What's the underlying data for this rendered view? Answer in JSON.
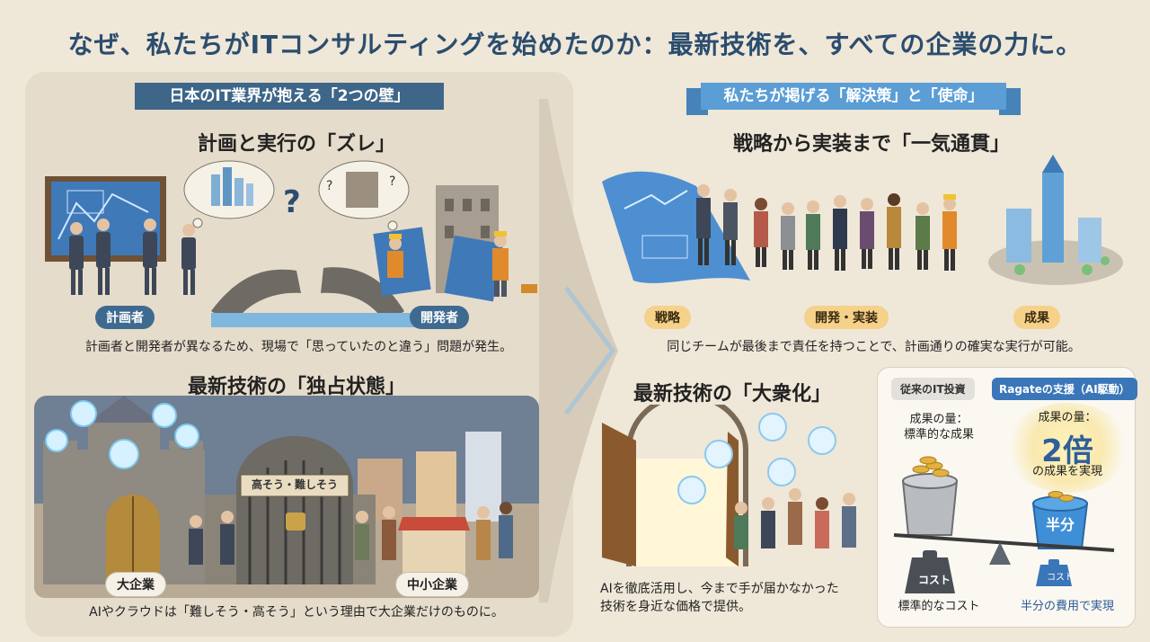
{
  "title": "なぜ、私たちがITコンサルティングを始めたのか：最新技術を、すべての企業の力に。",
  "left": {
    "ribbon": "日本のIT業界が抱える「2つの壁」",
    "gap": {
      "heading": "計画と実行の「ズレ」",
      "label_planner": "計画者",
      "label_developer": "開発者",
      "caption": "計画者と開発者が異なるため、現場で「思っていたのと違う」問題が発生。"
    },
    "monopoly": {
      "heading": "最新技術の「独占状態」",
      "gate_sign": "高そう・難しそう",
      "label_big": "大企業",
      "label_small": "中小企業",
      "caption": "AIやクラウドは「難しそう・高そう」という理由で大企業だけのものに。"
    }
  },
  "right": {
    "ribbon": "私たちが掲げる「解決策」と「使命」",
    "consistent": {
      "heading": "戦略から実装まで「一気通貫」",
      "label_strategy": "戦略",
      "label_dev": "開発・実装",
      "label_result": "成果",
      "caption": "同じチームが最後まで責任を持つことで、計画通りの確実な実行が可能。"
    },
    "democratize": {
      "heading": "最新技術の「大衆化」",
      "caption_line1": "AIを徹底活用し、今まで手が届かなかった",
      "caption_line2": "技術を身近な価格で提供。"
    },
    "compare": {
      "tag_old": "従来のIT投資",
      "tag_new": "Ragateの支援（AI駆動）",
      "old_result_line1": "成果の量：",
      "old_result_line2": "標準的な成果",
      "new_result_label": "成果の量：",
      "new_result_big": "2倍",
      "new_result_sub": "の成果を実現",
      "bucket_new": "半分",
      "weight_old": "コスト",
      "weight_new": "コスト",
      "old_cost": "標準的なコスト",
      "new_cost": "半分の費用で実現"
    }
  },
  "colors": {
    "title": "#2b4d6e",
    "ribbon_left": "#3d6689",
    "ribbon_right": "#5b9ed6",
    "accent_gold": "#f5d18a",
    "accent_blue": "#3a76b8"
  }
}
